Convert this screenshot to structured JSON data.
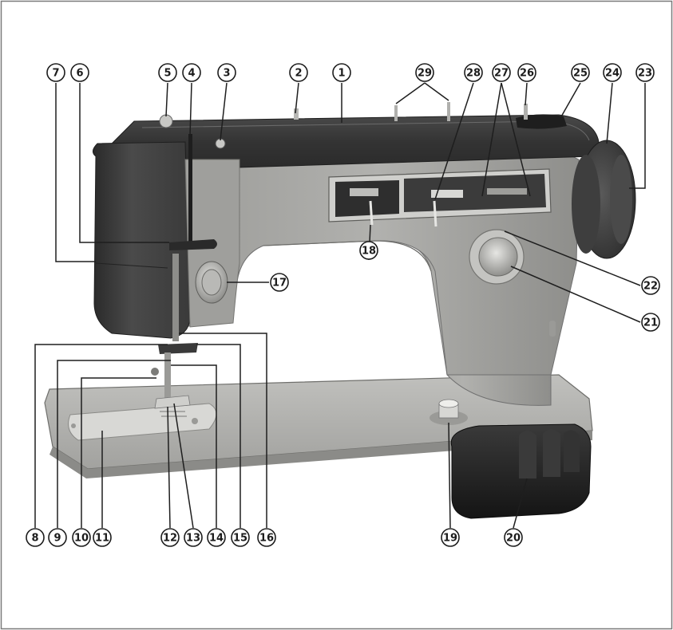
{
  "figure": {
    "subject": "sewing-machine",
    "palette": {
      "paper": "#ffffff",
      "frame": "#7a7a7a",
      "arm_dark": "#3b3b3b",
      "body_light": "#a9a9a6",
      "base": "#b4b4b1",
      "pedal": "#262626",
      "chrome": "#d9d9d6",
      "ink": "#1c1c1c"
    }
  },
  "callouts": [
    {
      "n": "1",
      "label": "①"
    },
    {
      "n": "2",
      "label": "②"
    },
    {
      "n": "3",
      "label": "③"
    },
    {
      "n": "4",
      "label": "④"
    },
    {
      "n": "5",
      "label": "⑤"
    },
    {
      "n": "6",
      "label": "⑥"
    },
    {
      "n": "7",
      "label": "⑦"
    },
    {
      "n": "8",
      "label": "⑧"
    },
    {
      "n": "9",
      "label": "⑨"
    },
    {
      "n": "10",
      "label": "⑩"
    },
    {
      "n": "11",
      "label": "⑪"
    },
    {
      "n": "12",
      "label": "⑫"
    },
    {
      "n": "13",
      "label": "⑬"
    },
    {
      "n": "14",
      "label": "⑭"
    },
    {
      "n": "15",
      "label": "⑮"
    },
    {
      "n": "16",
      "label": "⑯"
    },
    {
      "n": "17",
      "label": "⑰"
    },
    {
      "n": "18",
      "label": "⑱"
    },
    {
      "n": "19",
      "label": "⑲"
    },
    {
      "n": "20",
      "label": "⑳"
    },
    {
      "n": "21",
      "label": "㉑"
    },
    {
      "n": "22",
      "label": "㉒"
    },
    {
      "n": "23",
      "label": "㉓"
    },
    {
      "n": "24",
      "label": "㉔"
    },
    {
      "n": "25",
      "label": "㉕"
    },
    {
      "n": "26",
      "label": "㉖"
    },
    {
      "n": "27",
      "label": "㉗"
    },
    {
      "n": "28",
      "label": "㉘"
    },
    {
      "n": "29",
      "label": "㉙"
    }
  ]
}
